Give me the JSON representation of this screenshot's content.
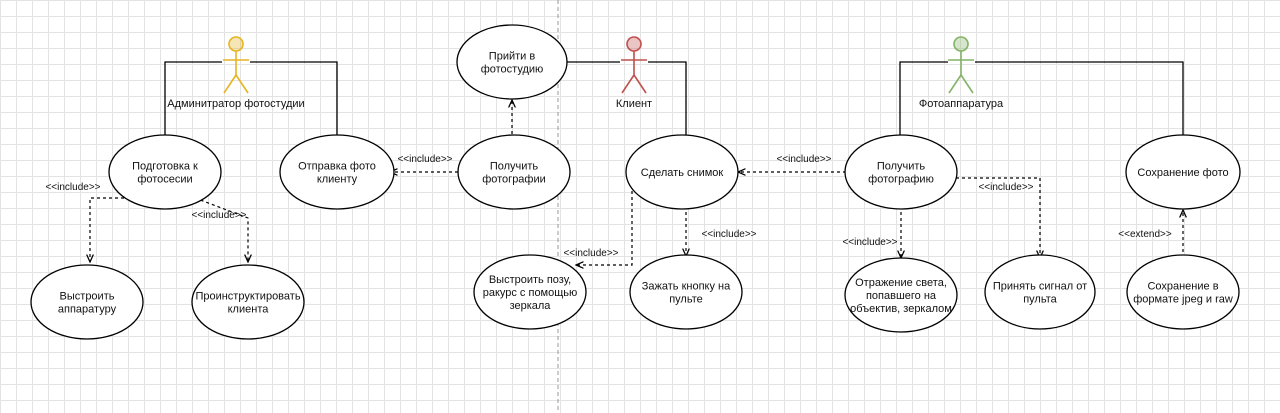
{
  "actors": [
    {
      "id": "admin",
      "name": "Админитратор фотостудии",
      "color": "#e6b422"
    },
    {
      "id": "client",
      "name": "Клиент",
      "color": "#c0504d"
    },
    {
      "id": "camera",
      "name": "Фотоаппаратура",
      "color": "#82b366"
    }
  ],
  "use_cases": [
    {
      "id": "prepare",
      "lines": [
        "Подготовка к",
        "фотосесии"
      ]
    },
    {
      "id": "send",
      "lines": [
        "Отправка фото",
        "клиенту"
      ]
    },
    {
      "id": "goto",
      "lines": [
        "Прийти в",
        "фотостудию"
      ]
    },
    {
      "id": "get_photos",
      "lines": [
        "Получить",
        "фотографии"
      ]
    },
    {
      "id": "shot",
      "lines": [
        "Сделать снимок"
      ]
    },
    {
      "id": "get_photo",
      "lines": [
        "Получить",
        "фотографию"
      ]
    },
    {
      "id": "save",
      "lines": [
        "Сохранение фото"
      ]
    },
    {
      "id": "setup",
      "lines": [
        "Выстроить",
        "аппаратуру"
      ]
    },
    {
      "id": "instruct",
      "lines": [
        "Проинструктировать",
        "клиента"
      ]
    },
    {
      "id": "pose",
      "lines": [
        "Выстроить позу,",
        "ракурс с помощью",
        "зеркала"
      ]
    },
    {
      "id": "press",
      "lines": [
        "Зажать кнопку на",
        "пульте"
      ]
    },
    {
      "id": "reflect",
      "lines": [
        "Отражение света,",
        "попавшего на",
        "объектив, зеркалом"
      ]
    },
    {
      "id": "signal",
      "lines": [
        "Принять сигнал от",
        "пульта"
      ]
    },
    {
      "id": "save_fmt",
      "lines": [
        "Сохранение в",
        "формате jpeg и raw"
      ]
    }
  ],
  "relations": {
    "include": "<<include>>",
    "extend": "<<extend>>"
  }
}
